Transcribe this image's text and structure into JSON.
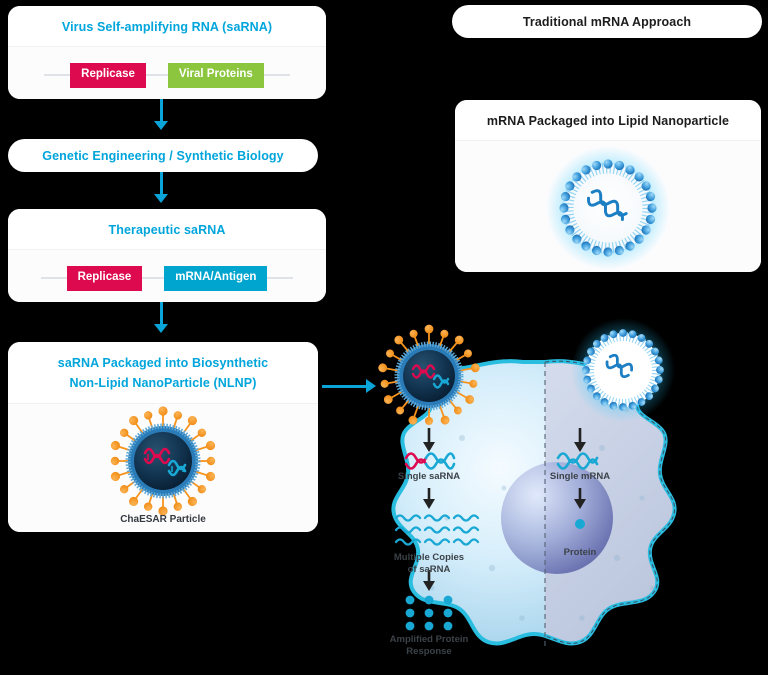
{
  "diagram": {
    "title_left": "Virus Self-amplifying RNA (saRNA)",
    "title_right": "Traditional mRNA Approach"
  },
  "left_flow": {
    "box1": {
      "heading": "Virus Self-amplifying RNA (saRNA)",
      "chips": [
        {
          "label": "Replicase",
          "color": "#dd0a50"
        },
        {
          "label": "Viral Proteins",
          "color": "#8cc63f"
        }
      ]
    },
    "box2": {
      "heading": "Genetic Engineering / Synthetic Biology"
    },
    "box3": {
      "heading": "Therapeutic saRNA",
      "chips": [
        {
          "label": "Replicase",
          "color": "#dd0a50"
        },
        {
          "label": "mRNA/Antigen",
          "color": "#00a5cf"
        }
      ]
    },
    "box4": {
      "heading_line1": "saRNA Packaged into Biosynthetic",
      "heading_line2": "Non-Lipid NanoParticle (NLNP)",
      "particle_caption": "ChaESAR Particle"
    }
  },
  "right_flow": {
    "header": "Traditional mRNA Approach",
    "box": {
      "heading": "mRNA Packaged into Lipid Nanoparticle"
    }
  },
  "cell": {
    "left_side": {
      "step1": "Single saRNA",
      "step2": "Multiple Copies\nof saRNA",
      "step3": "Amplified Protein\nResponse",
      "copies_count": 9,
      "protein_dots": 9
    },
    "right_side": {
      "step1": "Single mRNA",
      "step2": "Protein",
      "protein_dots": 1
    }
  },
  "colors": {
    "accent_cyan": "#00a5dc",
    "arrow_cyan": "#0aa4d8",
    "replicase_crimson": "#dd0a50",
    "viral_green": "#8cc63f",
    "mrna_blue": "#00a5cf",
    "spike_orange": "#f7941e",
    "core_navy": "#0e2d4a",
    "background": "#000000"
  }
}
